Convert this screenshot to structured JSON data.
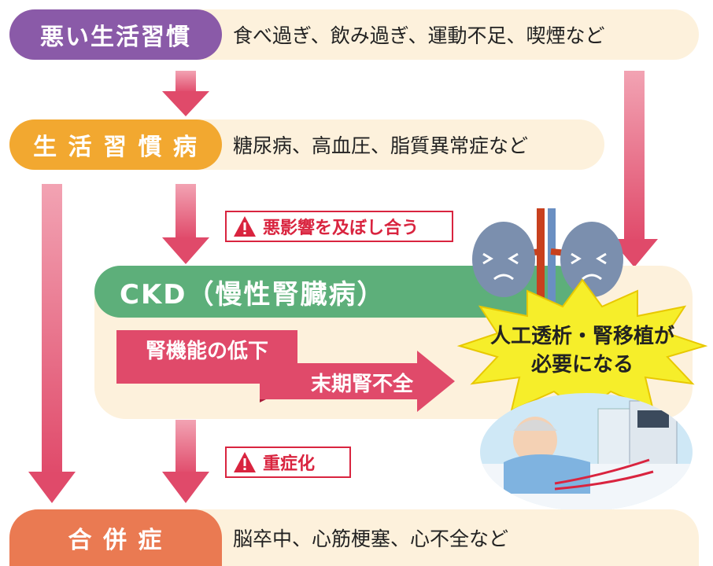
{
  "rows": {
    "bad_habits": {
      "label": "悪い生活習慣",
      "desc": "食べ過ぎ、飲み過ぎ、運動不足、喫煙など",
      "color": "#8a5aa8"
    },
    "lifestyle_disease": {
      "label": "生 活 習 慣 病",
      "desc": "糖尿病、高血圧、脂質異常症など",
      "color": "#f2a830"
    },
    "complications": {
      "label": "合 併 症",
      "desc": "脳卒中、心筋梗塞、心不全など",
      "color": "#ea7a52"
    }
  },
  "ckd": {
    "title": "CKD（慢性腎臓病）",
    "stage1": "腎機能の低下",
    "stage2": "末期腎不全",
    "color": "#5daf7a"
  },
  "warnings": {
    "mutual": "悪影響を及ぼし合う",
    "severe": "重症化"
  },
  "burst": {
    "line1": "人工透析・腎移植が",
    "line2": "必要になる"
  },
  "colors": {
    "arrow": "#e2607a",
    "warning_red": "#d9243f",
    "burst_yellow": "#f6ee2a",
    "bar_bg": "#fdf1dc"
  },
  "icons": [
    "kidney-illustration",
    "warning-icon",
    "patient-dialysis-illustration"
  ]
}
